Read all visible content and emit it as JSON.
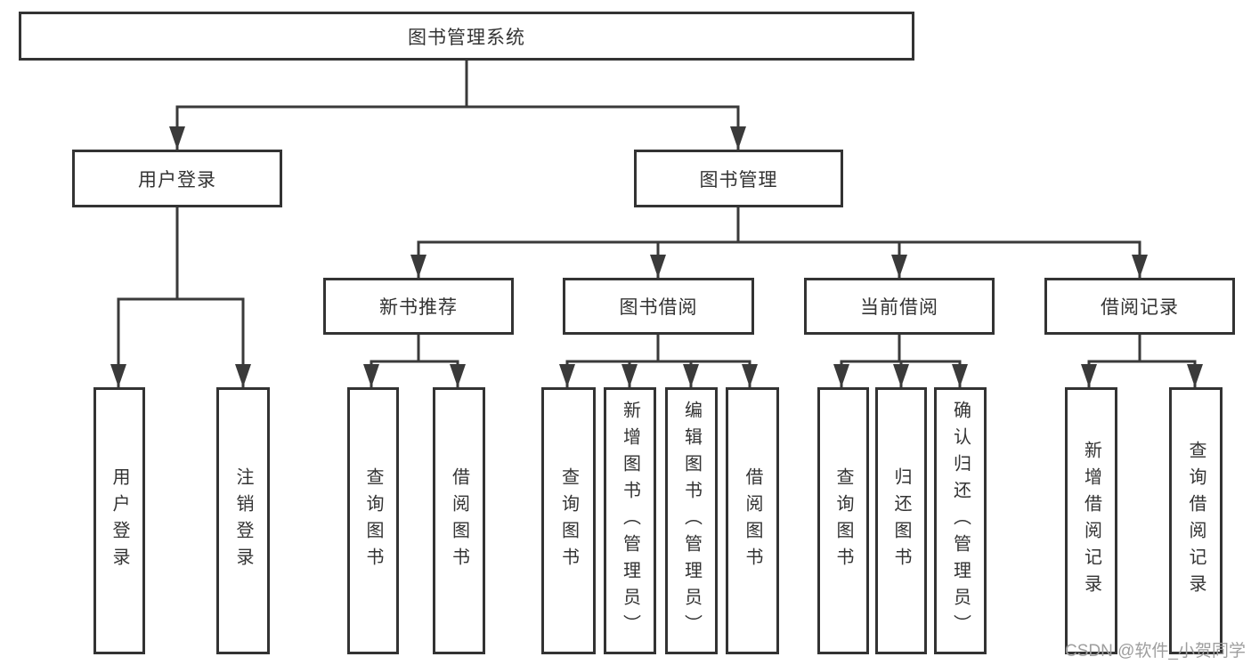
{
  "tree": {
    "root": {
      "label": "图书管理系统"
    },
    "branches": [
      {
        "label": "用户登录",
        "leaves": [
          "用户登录",
          "注销登录"
        ]
      },
      {
        "label": "图书管理",
        "children": [
          {
            "label": "新书推荐",
            "leaves": [
              "查询图书",
              "借阅图书"
            ]
          },
          {
            "label": "图书借阅",
            "leaves": [
              "查询图书",
              "新增图书（管理员）",
              "编辑图书（管理员）",
              "借阅图书"
            ]
          },
          {
            "label": "当前借阅",
            "leaves": [
              "查询图书",
              "归还图书",
              "确认归还（管理员）"
            ]
          },
          {
            "label": "借阅记录",
            "leaves": [
              "新增借阅记录",
              "查询借阅记录"
            ]
          }
        ]
      }
    ]
  },
  "watermark": {
    "text": "CSDN @软件_小贺同学",
    "color": "#9e9e9e"
  },
  "colors": {
    "line": "#3a3a3a",
    "box_border": "#333333",
    "text": "#333333",
    "background": "#ffffff"
  }
}
